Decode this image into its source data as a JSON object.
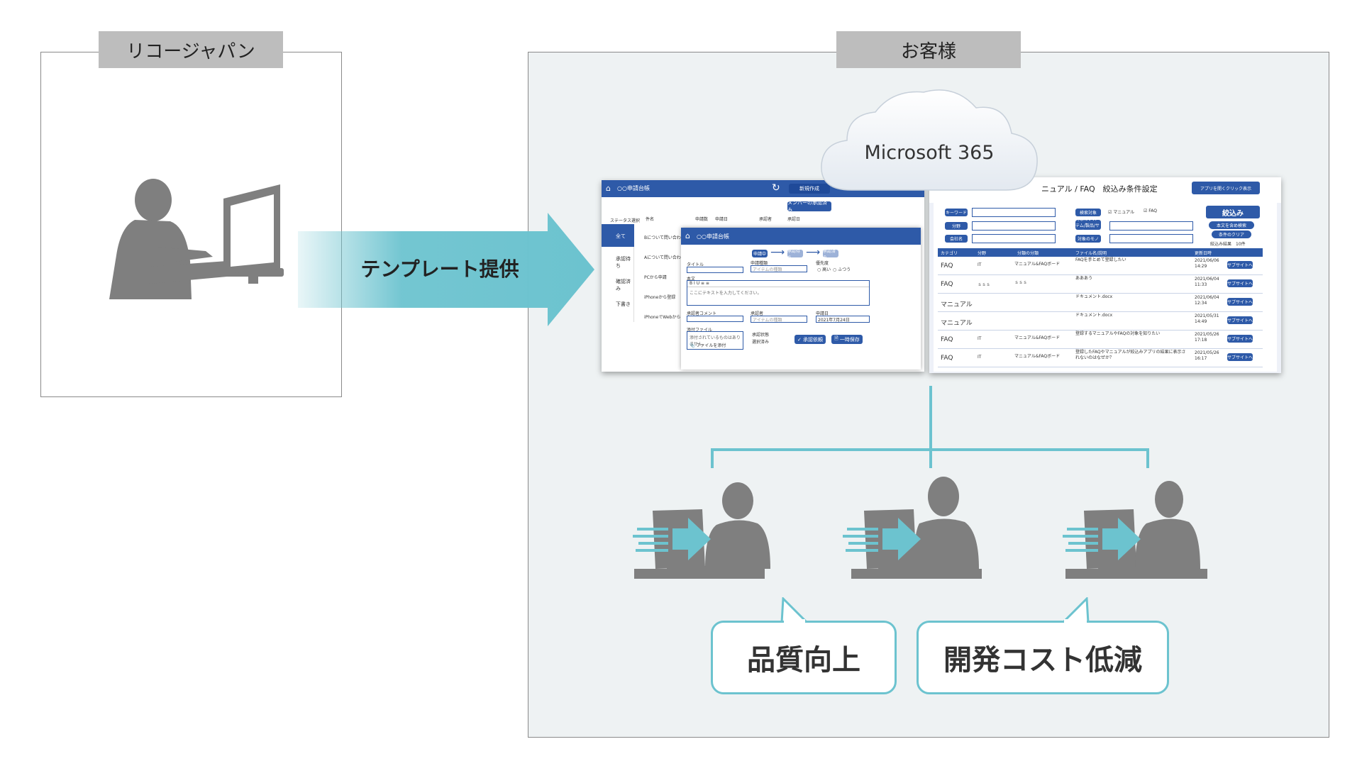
{
  "ricoh": {
    "label": "リコージャパン"
  },
  "customer": {
    "label": "お客様"
  },
  "arrow": {
    "label": "テンプレート提供"
  },
  "cloud": {
    "label": "Microsoft 365"
  },
  "benefits": [
    {
      "label": "品質向上"
    },
    {
      "label": "開発コスト低減"
    }
  ],
  "app_left": {
    "title": "○○申請台帳",
    "new_button": "新規作成",
    "member_button": "メンバーの承認済み",
    "status_header": "ステータス選択",
    "col_headers": [
      "件名",
      "申請数",
      "申請日",
      "承認者",
      "承認日"
    ],
    "status_items": [
      "全て",
      "承認待ち",
      "確認済み",
      "下書き"
    ],
    "list_items": [
      "Bについて問い合わせ",
      "Aについて問い合わせ",
      "PCから申請",
      "iPhoneから登録",
      "iPhoneでWebからPC"
    ],
    "form": {
      "title": "○○申請台帳",
      "steps": [
        "申請中",
        "承認待ち",
        "承認済み"
      ],
      "title_label": "タイトル",
      "type_label": "申請種類",
      "type_value": "アイテムの種類",
      "priority_label": "優先度",
      "priority_options": [
        "高い",
        "ふつう"
      ],
      "body_label": "本文",
      "body_placeholder": "ここにテキストを入力してください。",
      "comment_label": "承認者コメント",
      "approver_label": "承認者",
      "approver_value": "アイテムの種類",
      "date_label": "申請日",
      "date_value": "2021年7月24日",
      "attach_label": "添付ファイル",
      "attach_text": "添付されているものはありません。",
      "attach_button": "ファイルを添付",
      "approve_label": "承認状態",
      "approve_value": "選択済み",
      "submit_button": "承認依頼",
      "draft_button": "一時保存"
    }
  },
  "app_right": {
    "title": "ニュアル / FAQ　絞込み条件設定",
    "notice": "アプリを開くクリック表示",
    "keyword_label": "キーワード",
    "target_label": "検索対象",
    "check_manual": "マニュアル",
    "check_faq": "FAQ",
    "search_button": "絞込み",
    "field_label": "分野",
    "system_label": "対象のシステム/製品/サービス",
    "company_label": "会社名",
    "target_obj_label": "対象のモノ",
    "fulltext_button": "本文を含め検索",
    "clear_button": "条件のクリア",
    "result_label": "絞込み結果",
    "result_count": "10件",
    "headers": [
      "カテゴリ",
      "分野",
      "分類の分類",
      "ファイル名/説明",
      "更新日時"
    ],
    "rows": [
      {
        "cat": "FAQ",
        "field": "IT",
        "sub": "マニュアル&FAQボード",
        "desc": "FAQを手とめて登録したい",
        "date": "2021/06/06",
        "time": "14:29",
        "btn": "サブサイトへ"
      },
      {
        "cat": "FAQ",
        "field": "ｓｓｓ",
        "sub": "ｓｓｓ",
        "desc": "あああう",
        "date": "2021/06/04",
        "time": "11:33",
        "btn": "サブサイトへ"
      },
      {
        "cat": "マニュアル",
        "field": "",
        "sub": "",
        "desc": "ドキュメント.docx",
        "date": "2021/06/04",
        "time": "12:34",
        "btn": "サブサイトへ"
      },
      {
        "cat": "マニュアル",
        "field": "",
        "sub": "",
        "desc": "ドキュメント.docx",
        "date": "2021/05/31",
        "time": "14:49",
        "btn": "サブサイトへ"
      },
      {
        "cat": "FAQ",
        "field": "IT",
        "sub": "マニュアル&FAQボード",
        "desc": "登録するマニュアルやFAQの対象を知りたい",
        "date": "2021/05/26",
        "time": "17:18",
        "btn": "サブサイトへ"
      },
      {
        "cat": "FAQ",
        "field": "IT",
        "sub": "マニュアル&FAQボード",
        "desc": "登録したFAQやマニュアルが絞込みアプリの結果に表示されないのはなぜか？",
        "date": "2021/05/26",
        "time": "16:17",
        "btn": "サブサイトへ"
      }
    ]
  },
  "colors": {
    "accent": "#6cc3cf",
    "app_blue": "#2e5aa8",
    "silhouette": "#7f7f7f"
  }
}
